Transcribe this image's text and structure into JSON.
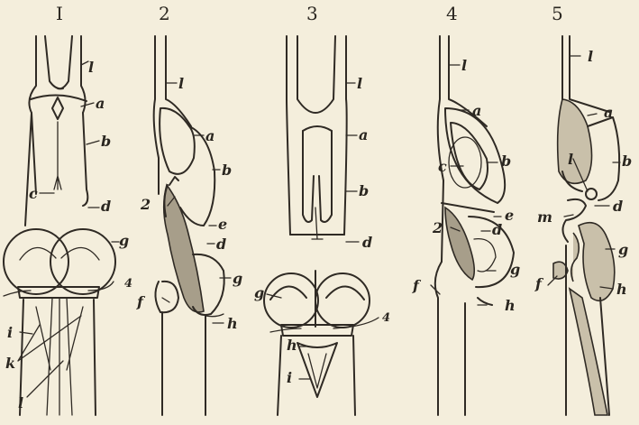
{
  "figure": {
    "panel_numbers": [
      "I",
      "2",
      "3",
      "4",
      "5"
    ],
    "panels": [
      {
        "labels": [
          "l",
          "a",
          "b",
          "c",
          "d",
          "g",
          "4",
          "i",
          "k",
          "l"
        ]
      },
      {
        "labels": [
          "l",
          "a",
          "b",
          "2",
          "e",
          "d",
          "g",
          "f",
          "h"
        ]
      },
      {
        "labels": [
          "l",
          "a",
          "b",
          "d",
          "g",
          "4",
          "h",
          "i"
        ]
      },
      {
        "labels": [
          "l",
          "a",
          "c",
          "b",
          "2",
          "e",
          "d",
          "g",
          "f",
          "h"
        ]
      },
      {
        "labels": [
          "l",
          "a",
          "b",
          "l",
          "m",
          "d",
          "g",
          "f",
          "h"
        ]
      }
    ],
    "background_color": "#f4eedc",
    "ink_color": "#2f2a24"
  }
}
